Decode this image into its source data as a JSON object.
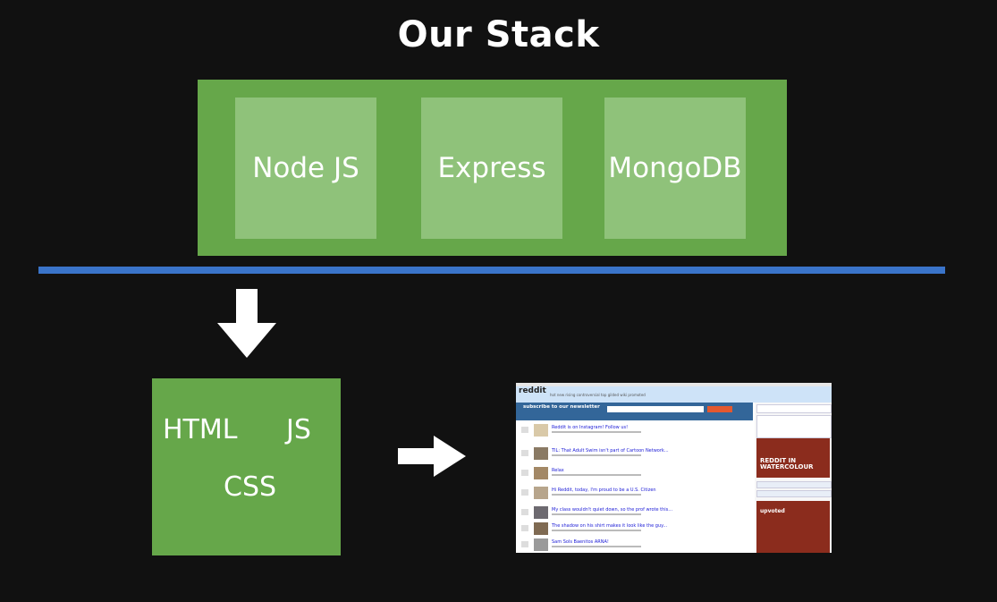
{
  "title": "Our Stack",
  "server": {
    "items": [
      "Node JS",
      "Express",
      "MongoDB"
    ]
  },
  "client": {
    "html": "HTML",
    "js": "JS",
    "css": "CSS"
  },
  "screenshot": {
    "logo": "reddit",
    "tabs": "hot  new  rising  controversial  top  gilded  wiki  promoted",
    "newsletter": "subscribe to our newsletter",
    "ad_title": "REDDIT IN WATERCOLOUR",
    "ad_brand": "upvoted",
    "rows": [
      "Reddit is on Instagram! Follow us!",
      "TIL: That Adult Swim isn't part of Cartoon Network...",
      "Relax",
      "Hi Reddit, today, I'm proud to be a U.S. Citizen",
      "My class wouldn't quiet down, so the prof wrote this...",
      "The shadow on his shirt makes it look like the guy...",
      "Sam Sols Baenitos ARNA!"
    ]
  },
  "colors": {
    "background": "#111111",
    "server_box": "#66a74a",
    "server_item": "#8fc27a",
    "divider": "#3a74c9",
    "client_box": "#66a74a"
  }
}
